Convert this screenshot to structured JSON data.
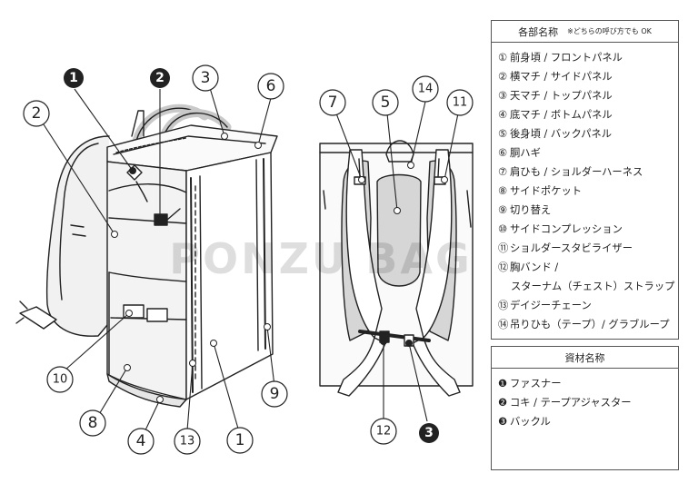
{
  "watermark": "PONZU BAG",
  "parts_legend": {
    "title": "各部名称",
    "note": "※どちらの呼び方でも OK",
    "items": [
      {
        "num": "①",
        "label": "前身頃 / フロントパネル"
      },
      {
        "num": "②",
        "label": "横マチ / サイドパネル"
      },
      {
        "num": "③",
        "label": "天マチ / トップパネル"
      },
      {
        "num": "④",
        "label": "底マチ / ボトムパネル"
      },
      {
        "num": "⑤",
        "label": "後身頃 / バックパネル"
      },
      {
        "num": "⑥",
        "label": "胴ハギ"
      },
      {
        "num": "⑦",
        "label": "肩ひも / ショルダーハーネス"
      },
      {
        "num": "⑧",
        "label": "サイドポケット"
      },
      {
        "num": "⑨",
        "label": "切り替え"
      },
      {
        "num": "⑩",
        "label": "サイドコンプレッション"
      },
      {
        "num": "⑪",
        "label": "ショルダースタビライザー"
      },
      {
        "num": "⑫",
        "label": "胸バンド /"
      },
      {
        "num": "",
        "label": "スターナム（チェスト）ストラップ"
      },
      {
        "num": "⑬",
        "label": "デイジーチェーン"
      },
      {
        "num": "⑭",
        "label": "吊りひも（テープ）/ グラブループ"
      }
    ]
  },
  "materials_legend": {
    "title": "資材名称",
    "items": [
      {
        "num": "❶",
        "label": "ファスナー"
      },
      {
        "num": "❷",
        "label": "コキ / テープアジャスター"
      },
      {
        "num": "❸",
        "label": "バックル"
      }
    ]
  },
  "callouts_front": [
    "1",
    "2",
    "3",
    "4",
    "6",
    "8",
    "9",
    "10",
    "13"
  ],
  "callouts_front_material": [
    "1",
    "2"
  ],
  "callouts_back": [
    "5",
    "7",
    "11",
    "12",
    "14"
  ],
  "callouts_back_material": [
    "3"
  ]
}
